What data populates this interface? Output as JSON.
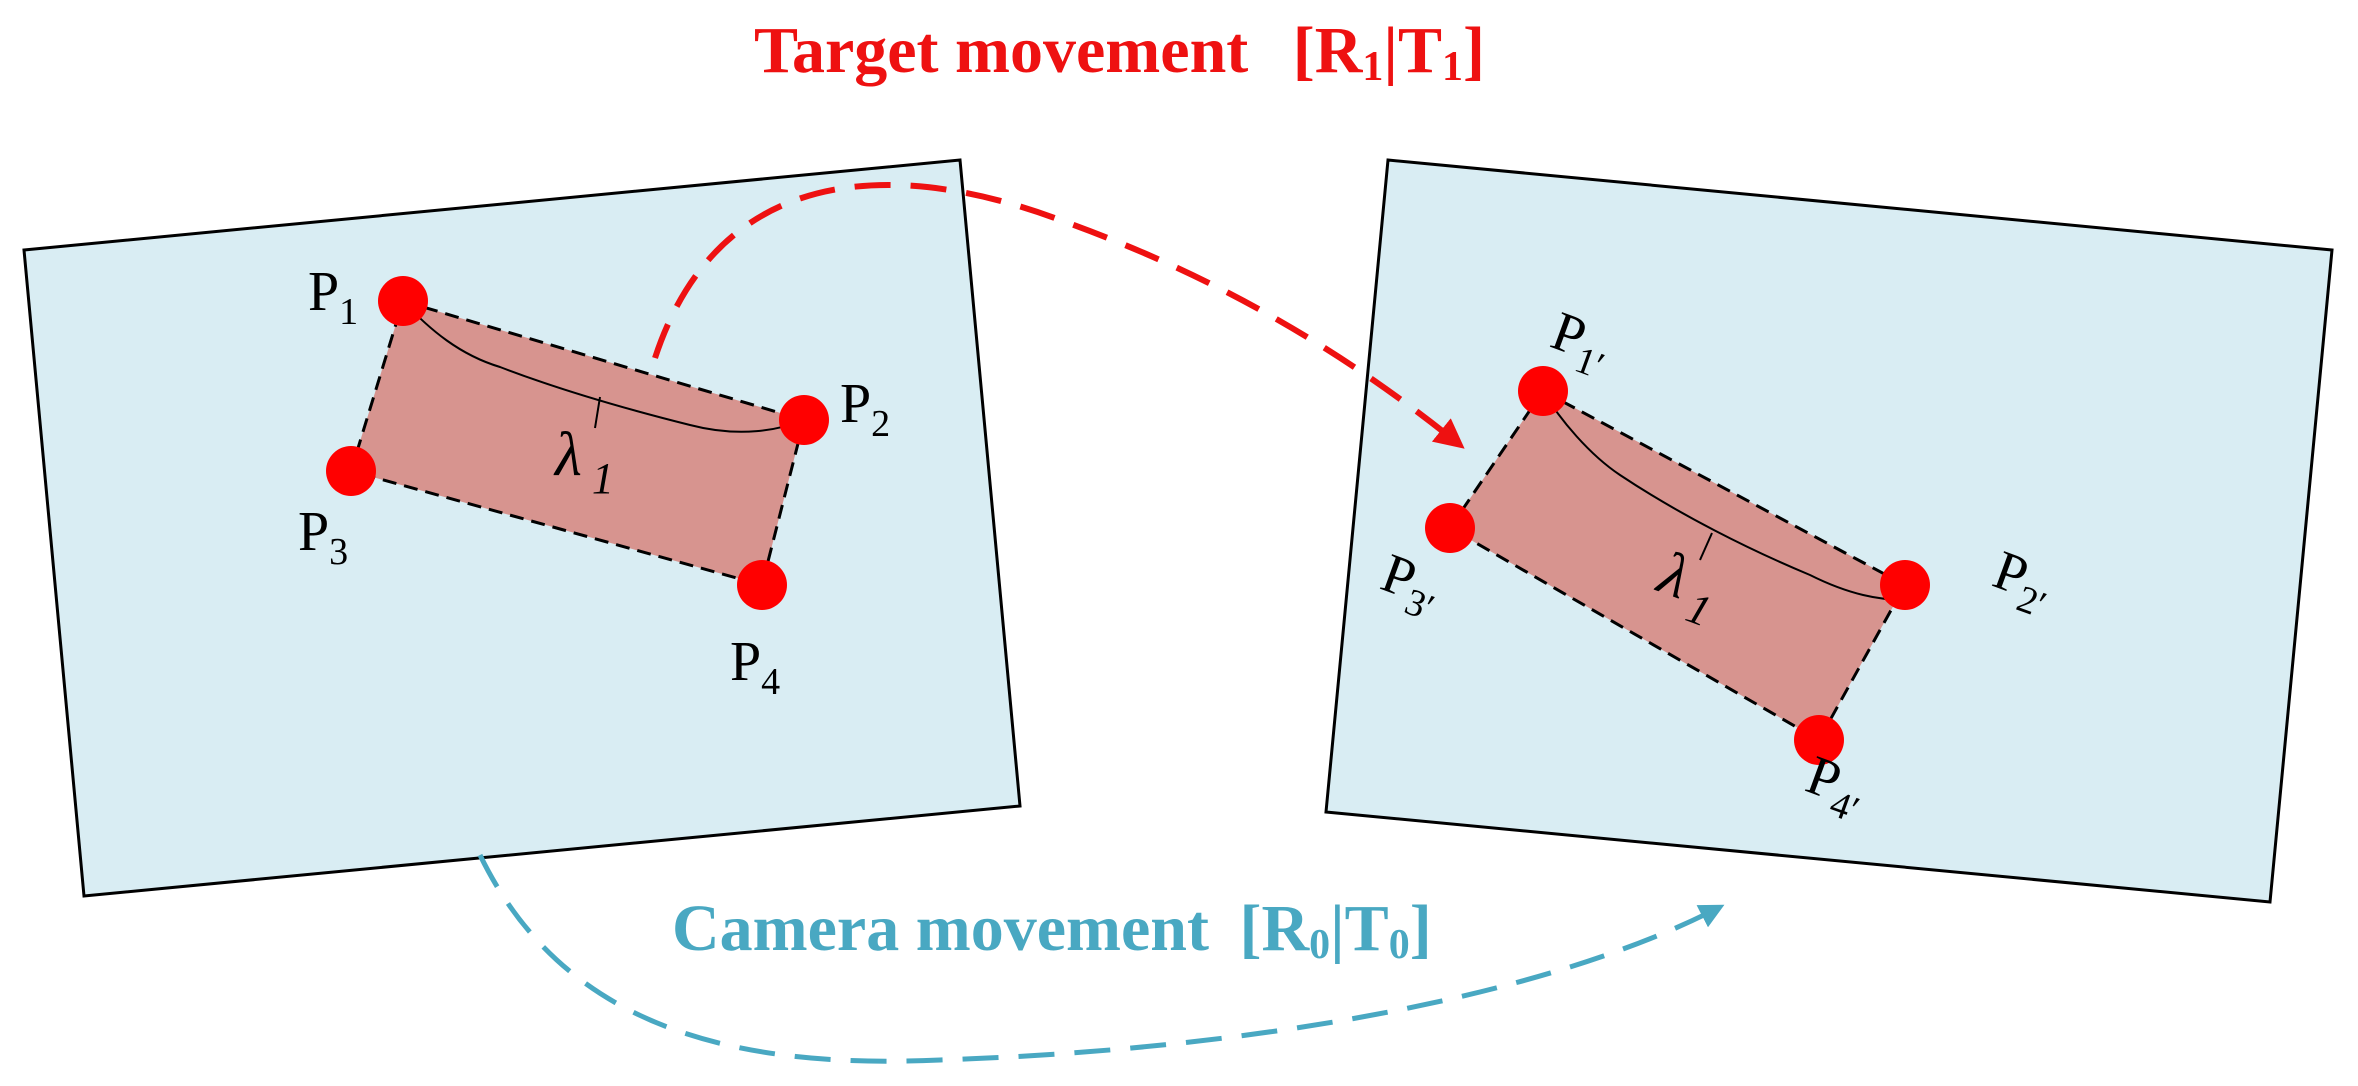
{
  "colors": {
    "background": "#ffffff",
    "frame_fill": "#d9edf3",
    "frame_stroke": "#000000",
    "object_fill": "#d7948f",
    "point_fill": "#ff0000",
    "target_arrow": "#ee1111",
    "camera_arrow": "#49a8c2"
  },
  "target_caption": {
    "main": "Target movement",
    "bracket_open": "[R",
    "r_sub": "1",
    "bar": "|T",
    "t_sub": "1",
    "bracket_close": "]"
  },
  "camera_caption": {
    "main": "Camera movement",
    "bracket_open": "[R",
    "r_sub": "0",
    "bar": "|T",
    "t_sub": "0",
    "bracket_close": "]"
  },
  "left_view": {
    "points": [
      {
        "base": "P",
        "sub": "1"
      },
      {
        "base": "P",
        "sub": "2"
      },
      {
        "base": "P",
        "sub": "3"
      },
      {
        "base": "P",
        "sub": "4"
      }
    ],
    "lambda": {
      "base": "λ",
      "sub": "1"
    }
  },
  "right_view": {
    "points": [
      {
        "base": "P",
        "sub": "1′"
      },
      {
        "base": "P",
        "sub": "2′"
      },
      {
        "base": "P",
        "sub": "3′"
      },
      {
        "base": "P",
        "sub": "4′"
      }
    ],
    "lambda": {
      "base": "λ",
      "sub": "1"
    }
  }
}
